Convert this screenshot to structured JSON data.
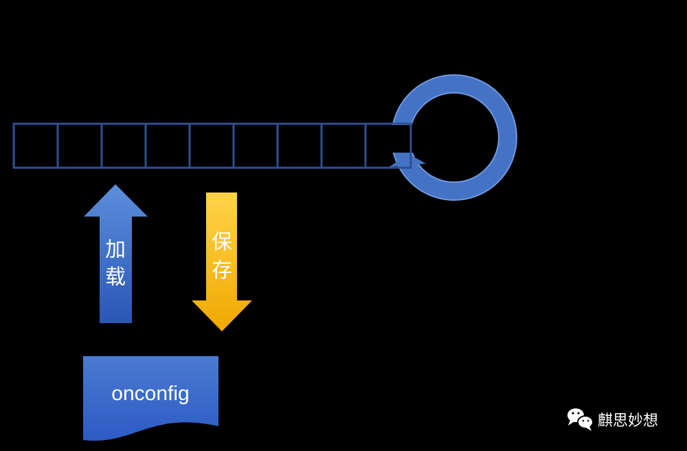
{
  "buffer": {
    "cell_count": 9,
    "cell_color": "#2f4f8f"
  },
  "ring": {
    "color": "#4472c4",
    "border_color": "#6f9ae0"
  },
  "load_arrow": {
    "label_line1": "加",
    "label_line2": "载",
    "color_top": "#5b8fdc",
    "color_bottom": "#2a55b5"
  },
  "save_arrow": {
    "label_line1": "保",
    "label_line2": "存",
    "color_top": "#ffd34a",
    "color_bottom": "#f0a800"
  },
  "config_file": {
    "label": "onconfig",
    "color_top": "#4a7bd0",
    "color_bottom": "#2d5bc4"
  },
  "watermark": {
    "text": "麒思妙想",
    "icon": "wechat-icon"
  }
}
